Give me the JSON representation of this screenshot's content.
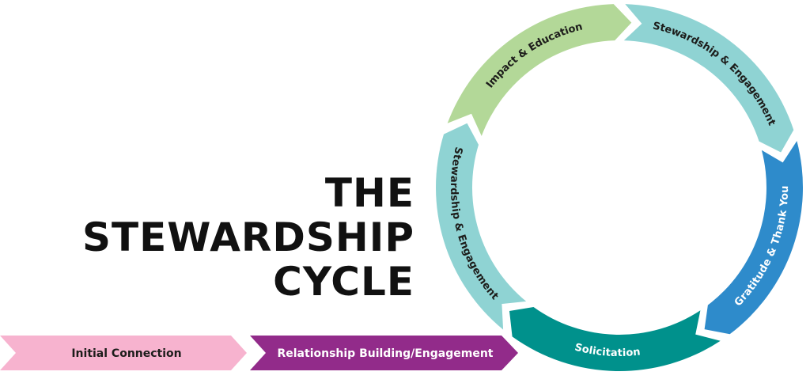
{
  "title": {
    "lines": [
      "THE",
      "STEWARDSHIP",
      "CYCLE"
    ],
    "color": "#111111"
  },
  "cycle": {
    "segments": [
      {
        "label": "Solicitation",
        "color": "#00918c",
        "text_color": "#ffffff"
      },
      {
        "label": "Stewardship & Engagement",
        "color": "#8fd3d3",
        "text_color": "#1d1d1b"
      },
      {
        "label": "Impact & Education",
        "color": "#b3d898",
        "text_color": "#1d1d1b"
      },
      {
        "label": "Stewardship & Engagement",
        "color": "#8fd3d3",
        "text_color": "#1d1d1b"
      },
      {
        "label": "Gratitude & Thank You",
        "color": "#2e8bcb",
        "text_color": "#ffffff"
      }
    ]
  },
  "pipeline": [
    {
      "label": "Initial Connection",
      "color": "#f7b3cf",
      "text_color": "#1d1d1b"
    },
    {
      "label": "Relationship Building/Engagement",
      "color": "#922b8a",
      "text_color": "#ffffff"
    }
  ]
}
